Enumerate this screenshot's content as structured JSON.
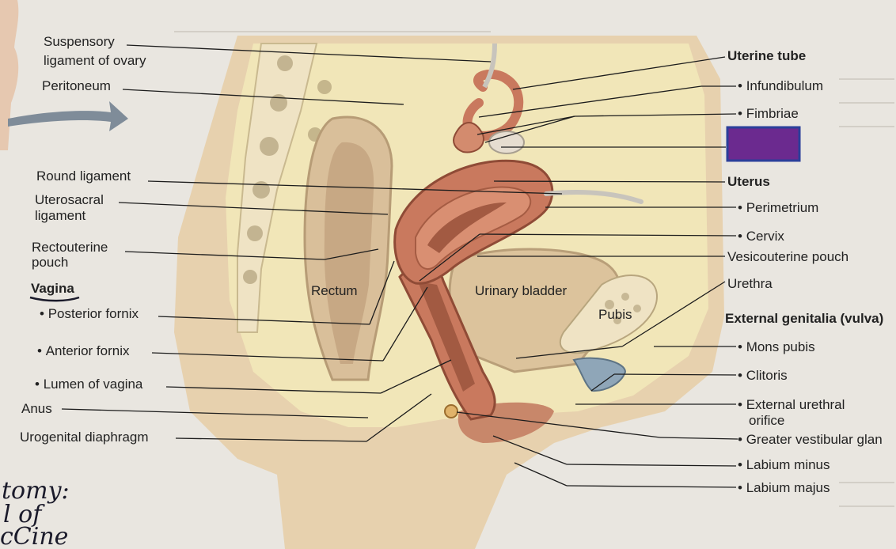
{
  "labels": {
    "suspensory_1": "Suspensory",
    "suspensory_2": "ligament of ovary",
    "peritoneum": "Peritoneum",
    "round_ligament": "Round ligament",
    "uterosacral_1": "Uterosacral",
    "uterosacral_2": "ligament",
    "rectouterine_1": "Rectouterine",
    "rectouterine_2": "pouch",
    "vagina_heading": "Vagina",
    "posterior_fornix": "Posterior fornix",
    "anterior_fornix": "Anterior fornix",
    "lumen_of_vagina": "Lumen of vagina",
    "anus": "Anus",
    "urogenital_diaphragm": "Urogenital diaphragm",
    "rectum": "Rectum",
    "urinary_bladder": "Urinary bladder",
    "pubis": "Pubis",
    "uterine_tube": "Uterine tube",
    "infundibulum": "Infundibulum",
    "fimbriae": "Fimbriae",
    "uterus": "Uterus",
    "perimetrium": "Perimetrium",
    "cervix": "Cervix",
    "vesicouterine_pouch": "Vesicouterine pouch",
    "urethra": "Urethra",
    "external_genitalia": "External genitalia (vulva)",
    "mons_pubis": "Mons pubis",
    "clitoris": "Clitoris",
    "external_urethral_1": "External urethral",
    "external_urethral_2": "orifice",
    "greater_vestibular": "Greater vestibular glan",
    "labium_minus": "Labium minus",
    "labium_majus": "Labium majus"
  },
  "handwriting": {
    "line1": "tomy:",
    "line2": "l of",
    "line3": "cCine"
  },
  "colors": {
    "redaction_box": "#6b2a8f",
    "redaction_border": "#2b3f9a",
    "muscle": "#c9795e",
    "tissue": "#f1e6b8",
    "skin": "#e7d1ae",
    "bone": "#efe3c4"
  }
}
